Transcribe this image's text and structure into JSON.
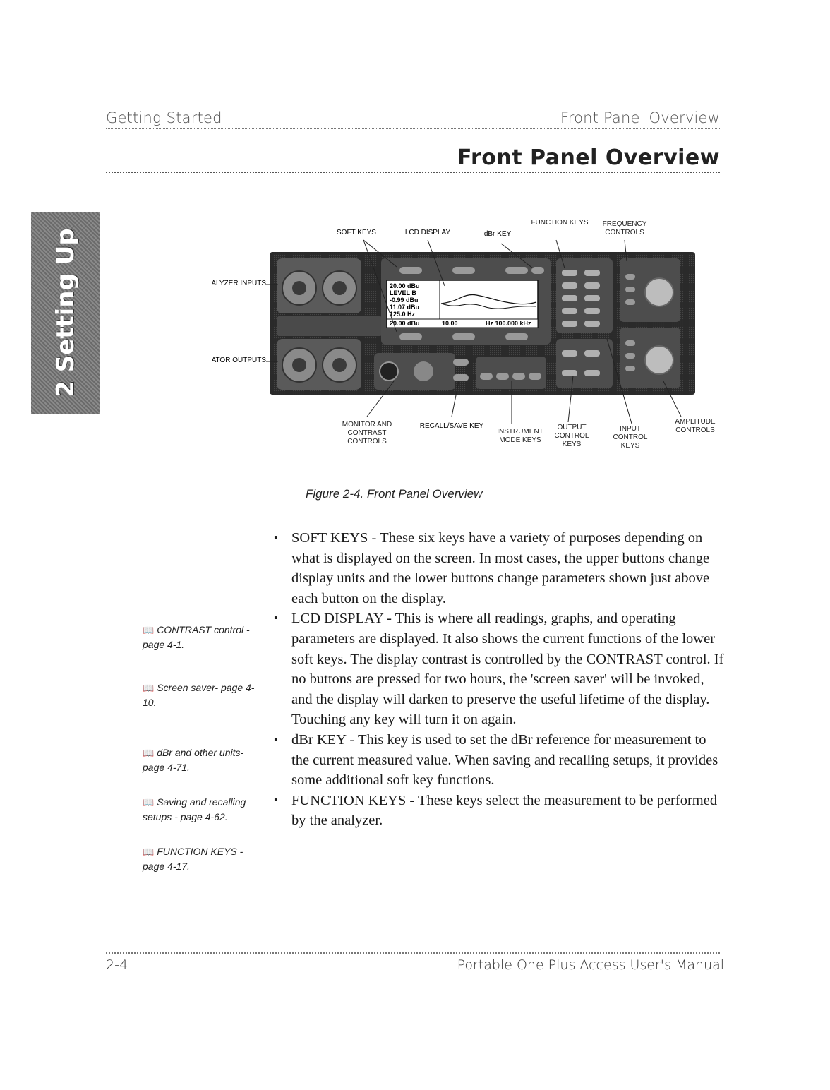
{
  "header": {
    "left": "Getting Started",
    "right": "Front Panel Overview"
  },
  "section_title": "Front Panel Overview",
  "side_tab": "2 Setting Up",
  "figure": {
    "labels": {
      "soft_keys": "SOFT KEYS",
      "lcd_display": "LCD DISPLAY",
      "dbr_key": "dBr KEY",
      "function_keys": "FUNCTION KEYS",
      "frequency_controls": "FREQUENCY CONTROLS",
      "analyzer_inputs": "ANALYZER INPUTS",
      "generator_outputs": "GENERATOR OUTPUTS",
      "monitor_contrast": "MONITOR AND CONTRAST CONTROLS",
      "recall_save": "RECALL/SAVE KEY",
      "instrument_mode": "INSTRUMENT MODE KEYS",
      "output_control": "OUTPUT CONTROL KEYS",
      "input_control": "INPUT CONTROL KEYS",
      "amplitude_controls": "AMPLITUDE CONTROLS"
    },
    "lcd": {
      "line1": "20.00 dBu",
      "line2": "LEVEL  B",
      "line3": "-0.99  dBu",
      "line4": "11.07 dBu",
      "line5": "125.0   Hz",
      "bottom_left": "20.00 dBu",
      "bottom_mid": "10.00",
      "bottom_right": "Hz 100.000 kHz"
    },
    "caption": "Figure 2-4. Front Panel Overview"
  },
  "notes": [
    {
      "text": "CONTRAST control - page 4-1."
    },
    {
      "text": "Screen saver- page 4-10."
    },
    {
      "text": "dBr and other units- page 4-71."
    },
    {
      "text": "Saving and recalling setups - page 4-62."
    },
    {
      "text": "FUNCTION KEYS - page 4-17."
    }
  ],
  "bullets": [
    {
      "text": "SOFT KEYS - These six keys have a variety of purposes depending on what is displayed on the screen. In most cases, the upper buttons change display units and the lower buttons change parameters shown just above each button on the display."
    },
    {
      "text": "LCD DISPLAY - This is where all readings, graphs, and operating parameters are displayed. It also shows the current functions of the lower soft keys. The display contrast is controlled by the CONTRAST control. If no buttons are pressed for two hours, the 'screen saver' will be invoked, and the display will darken to preserve the useful lifetime of the display. Touching any key will turn it on again."
    },
    {
      "text": "dBr KEY - This key is used to set the dBr reference for measurement to the current measured value. When saving and recalling setups, it provides some additional soft key functions."
    },
    {
      "text": "FUNCTION KEYS - These keys select the measurement to be performed by the analyzer."
    }
  ],
  "footer": {
    "page": "2-4",
    "manual": "Portable One Plus Access User's Manual"
  }
}
